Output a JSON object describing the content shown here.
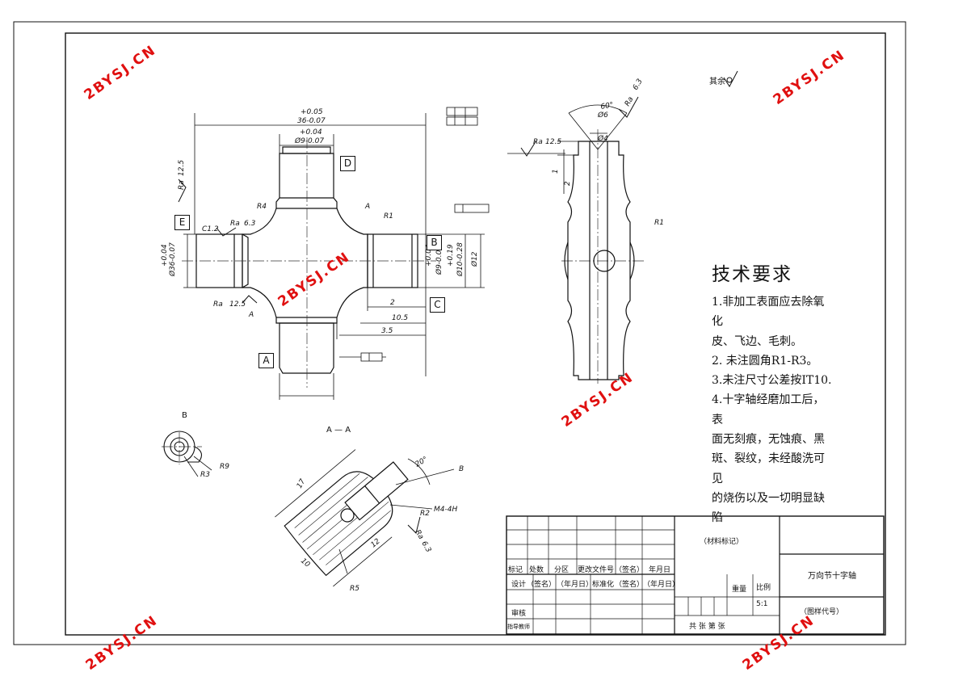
{
  "watermark": "2BYSJ.CN",
  "roughness_symbol": "其余",
  "technical_requirements": {
    "title": "技术要求",
    "lines": [
      "1.非加工表面应去除氧化",
      "皮、飞边、毛刺。",
      "2. 未注圆角R1-R3。",
      "3.未注尺寸公差按IT10.",
      "4.十字轴经磨加工后，表",
      "面无刻痕，无蚀痕、黑",
      "斑、裂纹，未经酸洗可见",
      "的烧伤以及一切明显缺陷"
    ]
  },
  "datums": {
    "D": "D",
    "E": "E",
    "B": "B",
    "C": "C",
    "A": "A"
  },
  "views": {
    "section": "A — A",
    "detail": "B"
  },
  "dims": {
    "len_tol": "+0.05",
    "len": "36-0.07",
    "dia9_tol": "+0.04",
    "dia9": "Ø9-0.07",
    "r4": "R4",
    "r1": "R1",
    "c1": "C1.2",
    "ra": "Ra",
    "ra63": "6.3",
    "ra125": "12.5",
    "d36_tol": "+0.04",
    "d36": "Ø36-0.07",
    "d9b_tol": "+0.04",
    "d9b": "Ø9-0.07",
    "d10_tol": "+0.19",
    "d10": "Ø10-0.28",
    "d12": "Ø12",
    "two": "2",
    "ten5": "10.5",
    "three5": "3.5",
    "angle60": "60°",
    "d6": "Ø6",
    "d4": "Ø4",
    "one": "1",
    "sideR1": "R1",
    "r3": "R3",
    "r9": "R9",
    "seventeen": "17",
    "ten": "10",
    "twelve": "12",
    "m4": "M4-4H",
    "r2": "R2",
    "r5": "R5",
    "angle20": "20°",
    "arrowA": "A",
    "arrowB": "B"
  },
  "title_block": {
    "material": "（材料标记）",
    "part_name": "万向节十字轴",
    "drawing_no": "（图样代号）",
    "h_mark": "标记",
    "h_count": "处数",
    "h_zone": "分区",
    "h_docno": "更改文件号",
    "h_sign": "（签名）",
    "h_date": "年月日",
    "design": "设计",
    "sign2": "（签名）",
    "date2": "（年月日）",
    "std": "标准化",
    "sign3": "（签名）",
    "date3": "（年月日）",
    "weight": "重量",
    "scale_label": "比例",
    "scale": "5:1",
    "review": "审核",
    "advisor": "指导教师",
    "sheets": "共 张  第 张"
  }
}
